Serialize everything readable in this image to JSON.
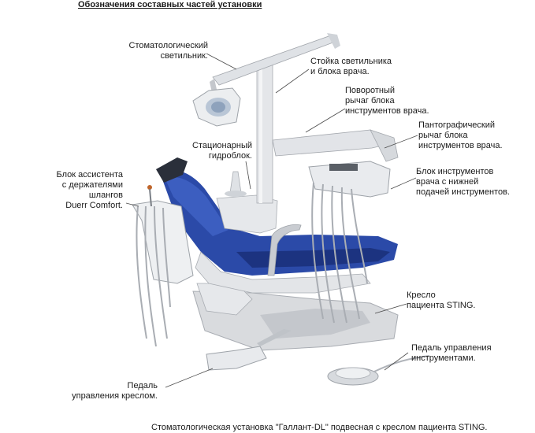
{
  "title": "Обозначения составных частей установки",
  "caption": "Стоматологическая установка \"Галлант-DL\" подвесная с креслом пациента STING.",
  "colors": {
    "upholstery": "#2b4aa8",
    "upholstery_dark": "#1c3380",
    "base": "#d9dbde",
    "metal": "#b8bcc2"
  },
  "labels": {
    "lamp": [
      "Стоматологический",
      "светильник."
    ],
    "stand": [
      "Стойка светильника",
      "и блока врача."
    ],
    "arm": [
      "Поворотный",
      "рычаг блока",
      "инструментов врача."
    ],
    "pantograph": [
      "Пантографический",
      "рычаг блока",
      "инструментов врача."
    ],
    "doctor_unit": [
      "Блок инструментов",
      "врача с нижней",
      "подачей инструментов."
    ],
    "hydro": [
      "Стационарный",
      "гидроблок."
    ],
    "assistant": [
      "Блок ассистента",
      "с держателями",
      "шлангов",
      "Duerr Comfort."
    ],
    "chair": [
      "Кресло",
      "пациента STING."
    ],
    "instr_pedal": [
      "Педаль управления",
      "инструментами."
    ],
    "chair_pedal": [
      "Педаль",
      "управления креслом."
    ]
  }
}
